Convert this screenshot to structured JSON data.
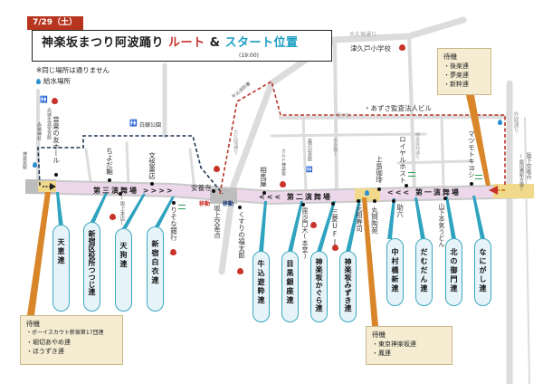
{
  "header": {
    "date": "7/29（土）",
    "title_main": "神楽坂まつり阿波踊り",
    "title_route": "ルート",
    "title_amp": "&",
    "title_start": "スタート位置",
    "start_time": "(19:00)"
  },
  "notes": {
    "no_repeat": "※同じ場所は通りません",
    "water": "給水場所"
  },
  "roads": {
    "okubo": "大久保通り",
    "okubo_v": "大久保通り",
    "karuko": "軽子坂",
    "sotobori": "外堀通り",
    "honda": "本多横丁",
    "nakadori": "神楽坂仲通り",
    "fire_station": "牛込消防署"
  },
  "landmarks": {
    "school": "津久戸小学校",
    "azusa": "・あずさ監査法人ビル",
    "ongaku": "音楽の友ホール",
    "akagi_center": "赤城生涯学習館",
    "akagi_shrine": "赤城神社",
    "kagurazaka_station": "神楽坂駅",
    "shirogane_park": "白銀公園",
    "chiyoda": "ちよだ鮨",
    "bunyu": "文悠書店",
    "anyoji": "安養寺",
    "sakaue_honten": "(坂上本店)",
    "resona": "りそな銀行",
    "sakaue_crossing": "坂上交差点",
    "kusuri": "くすりの福太郎",
    "soumaya": "相馬屋",
    "cardo": "カルド神楽坂",
    "morito": "森戸記念館",
    "bishamonten": "毘沙門天(本堂)",
    "mufg": "三菱UFJ",
    "ganso": "元祖寿司",
    "maruoka": "丸岡陶苑",
    "ueshima": "上島珈琲",
    "royal": "ロイヤルホスト",
    "sukeroku": "助六",
    "yamashita": "山下本気うどん",
    "matsukiyo": "マツモトキヨシ",
    "sakashita": "坂下交差点",
    "iidabashi": "(飯田橋駅方面)"
  },
  "moves": {
    "red": "移動",
    "blue": "移動"
  },
  "stages": {
    "third": "第三演舞場",
    "third_arrows": ">>>>",
    "second": "第二演舞場",
    "second_arrows": "<<<",
    "first": "第一演舞場",
    "first_arrows": "<<<"
  },
  "teams": [
    "天恵連",
    "新宿区役所つつじ連",
    "天狗連",
    "新宿白衣連",
    "牛込遊粋連",
    "目黒銀座連",
    "神楽坂かぐら連",
    "神楽坂みずき連",
    "中村橋新連",
    "だむだん連",
    "北の御門連",
    "なにがし連"
  ],
  "waiting": {
    "heading": "待機",
    "left": [
      "・ボーイスカウト新宿第17団連",
      "・堀切あやめ連",
      "・ほうずき連"
    ],
    "middle": [
      "・東京神楽坂連",
      "・鳳連"
    ],
    "right": [
      "・後楽連",
      "・夢楽連",
      "・新粋連"
    ]
  },
  "colors": {
    "accent_red": "#c8322a",
    "accent_blue": "#1c9ec4",
    "pill_border": "#3ba8c0",
    "waiting_pointer": "#d9862a",
    "street": "#ecd8ea"
  }
}
